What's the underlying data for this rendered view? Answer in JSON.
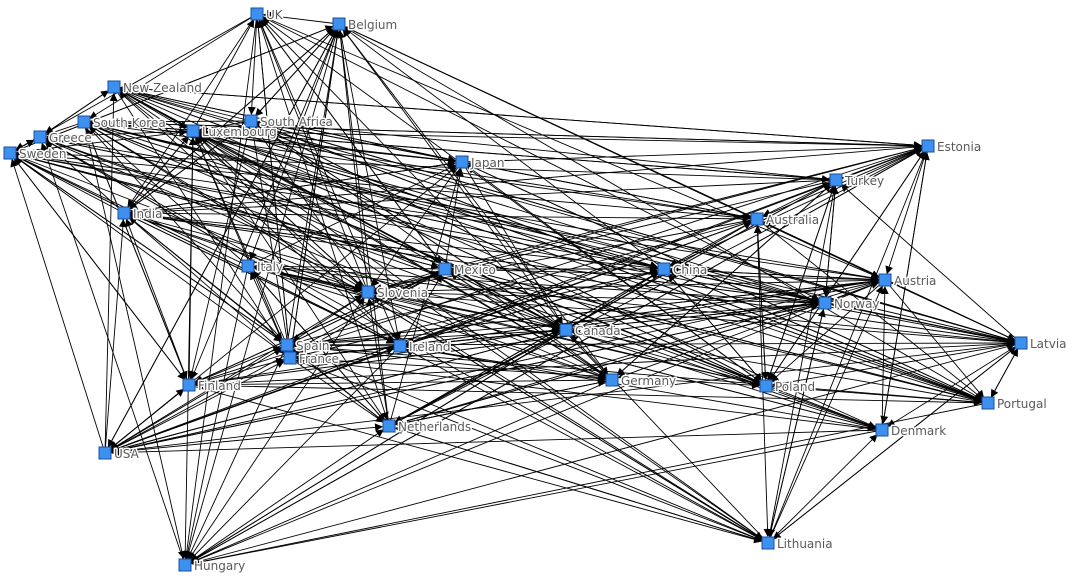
{
  "network": {
    "node_color": "#3d8ff0",
    "edge_color": "#000000",
    "label_color": "#5a5a5a",
    "directed": true,
    "nodes": [
      {
        "id": "UK",
        "label": "UK"
      },
      {
        "id": "Belgium",
        "label": "Belgium"
      },
      {
        "id": "New Zealand",
        "label": "New Zealand"
      },
      {
        "id": "South Korea",
        "label": "South Korea"
      },
      {
        "id": "South Africa",
        "label": "South Africa"
      },
      {
        "id": "Greece",
        "label": "Greece"
      },
      {
        "id": "Luxembourg",
        "label": "Luxembourg"
      },
      {
        "id": "Sweden",
        "label": "Sweden"
      },
      {
        "id": "Japan",
        "label": "Japan"
      },
      {
        "id": "Estonia",
        "label": "Estonia"
      },
      {
        "id": "Turkey",
        "label": "Turkey"
      },
      {
        "id": "India",
        "label": "India"
      },
      {
        "id": "Australia",
        "label": "Australia"
      },
      {
        "id": "Italy",
        "label": "Italy"
      },
      {
        "id": "Mexico",
        "label": "Mexico"
      },
      {
        "id": "China",
        "label": "China"
      },
      {
        "id": "Austria",
        "label": "Austria"
      },
      {
        "id": "Slovenia",
        "label": "Slovenia"
      },
      {
        "id": "Norway",
        "label": "Norway"
      },
      {
        "id": "Canada",
        "label": "Canada"
      },
      {
        "id": "Spain",
        "label": "Spain"
      },
      {
        "id": "France",
        "label": "France"
      },
      {
        "id": "Ireland",
        "label": "Ireland"
      },
      {
        "id": "Latvia",
        "label": "Latvia"
      },
      {
        "id": "Finland",
        "label": "Finland"
      },
      {
        "id": "Germany",
        "label": "Germany"
      },
      {
        "id": "Poland",
        "label": "Poland"
      },
      {
        "id": "Portugal",
        "label": "Portugal"
      },
      {
        "id": "Netherlands",
        "label": "Netherlands"
      },
      {
        "id": "Denmark",
        "label": "Denmark"
      },
      {
        "id": "USA",
        "label": "USA"
      },
      {
        "id": "Lithuania",
        "label": "Lithuania"
      },
      {
        "id": "Hungary",
        "label": "Hungary"
      }
    ]
  }
}
